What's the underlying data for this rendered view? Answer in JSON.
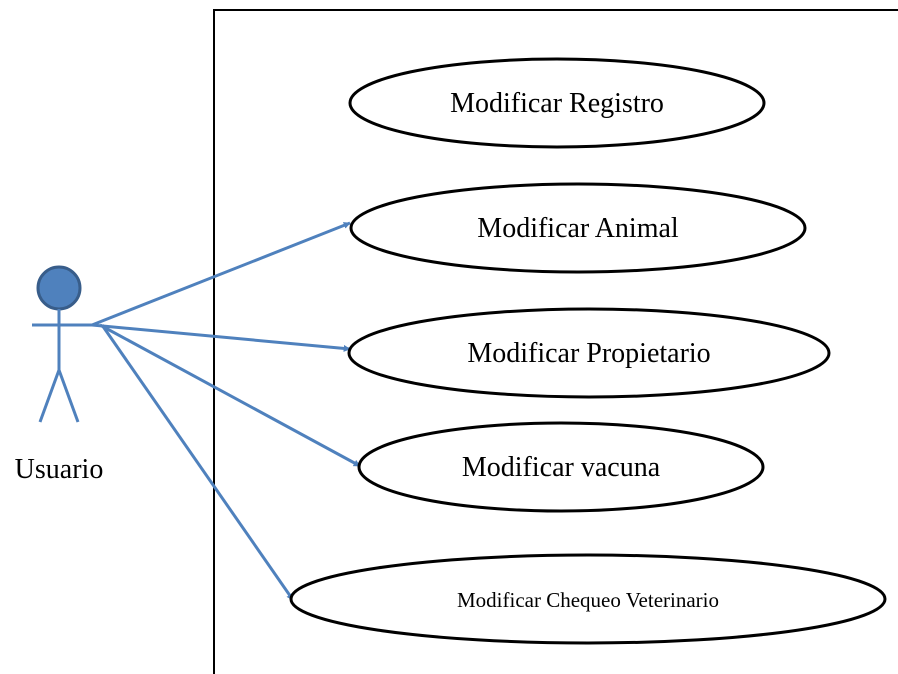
{
  "actor": {
    "name": "Usuario"
  },
  "use_cases": [
    {
      "id": "modificar-registro",
      "label": "Modificar Registro",
      "connected": false
    },
    {
      "id": "modificar-animal",
      "label": "Modificar Animal",
      "connected": true
    },
    {
      "id": "modificar-propietario",
      "label": "Modificar Propietario",
      "connected": true
    },
    {
      "id": "modificar-vacuna",
      "label": "Modificar vacuna",
      "connected": true
    },
    {
      "id": "modificar-chequeo-veterinario",
      "label": "Modificar Chequeo Veterinario",
      "connected": true
    }
  ],
  "colors": {
    "line": "#4F81BD",
    "actor_head_fill": "#4F81BD",
    "actor_head_stroke": "#385D8A",
    "stroke": "#000000",
    "background": "#FFFFFF"
  }
}
